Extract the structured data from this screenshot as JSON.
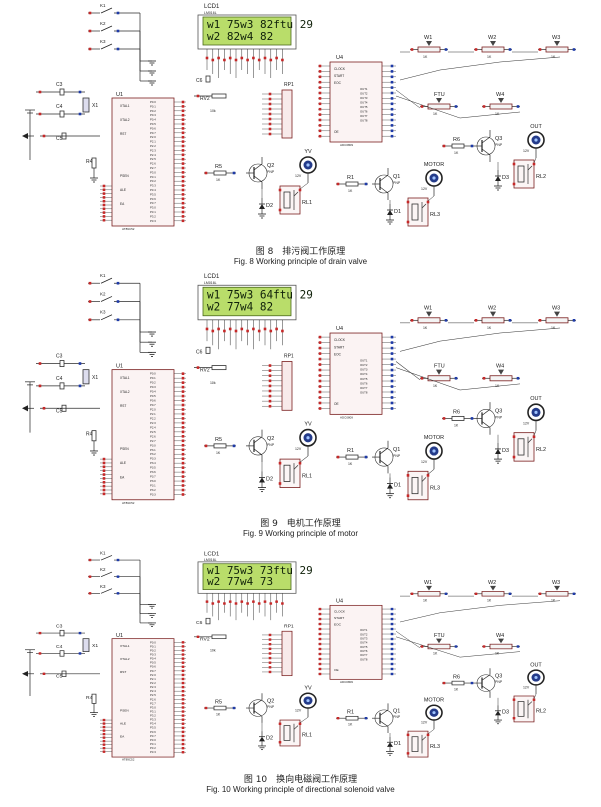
{
  "figures": [
    {
      "lcd_title": "LCD1",
      "lcd_model": "LM016L",
      "lcd_line1": "w1 75w3 82ftu 29",
      "lcd_line2": "w2 82w4 82",
      "caption_zh": "图 8　排污阀工作原理",
      "caption_en": "Fig. 8  Working principle of drain valve"
    },
    {
      "lcd_title": "LCD1",
      "lcd_model": "LM016L",
      "lcd_line1": "w1 75w3 64ftu 29",
      "lcd_line2": "w2 77w4 82",
      "caption_zh": "图 9　电机工作原理",
      "caption_en": "Fig. 9  Working principle of motor"
    },
    {
      "lcd_title": "LCD1",
      "lcd_model": "LM016L",
      "lcd_line1": "w1 75w3 73ftu 29",
      "lcd_line2": "w2 77w4 73",
      "caption_zh": "图 10　换向电磁阀工作原理",
      "caption_en": "Fig. 10  Working principle of directional solenoid valve"
    }
  ],
  "labels": {
    "switches": [
      "K1",
      "K2",
      "K3"
    ],
    "mcu": "U1",
    "mcu_model": "AT89C52",
    "mcu_pins_left": [
      "XTAL1",
      "XTAL2",
      "RST",
      "PSEN",
      "ALE",
      "EA"
    ],
    "adc": "U4",
    "adc_model": "ADC0809",
    "adc_pins_left": [
      "CLOCK",
      "START",
      "EOC",
      "OE"
    ],
    "adc_pins_right": [
      "OUT1",
      "OUT2",
      "OUT3",
      "OUT4",
      "OUT5",
      "OUT6",
      "OUT7",
      "OUT8"
    ],
    "pots": [
      "W1",
      "W2",
      "W3",
      "W4",
      "FTU"
    ],
    "resnet": "RP1",
    "rv": "RV2",
    "caps": [
      "C3",
      "C4",
      "C5",
      "C6"
    ],
    "crystal": "X1",
    "r4": "R4",
    "transistors": [
      "Q2",
      "Q1",
      "Q3"
    ],
    "trans_type": "PNP",
    "resistors": [
      "R5",
      "R1",
      "R6"
    ],
    "relays": [
      "RL1",
      "RL3",
      "RL2"
    ],
    "diodes": [
      "D2",
      "D1",
      "D3"
    ],
    "loads": [
      "YV",
      "MOTOR",
      "OUT"
    ],
    "supply": "12V"
  }
}
